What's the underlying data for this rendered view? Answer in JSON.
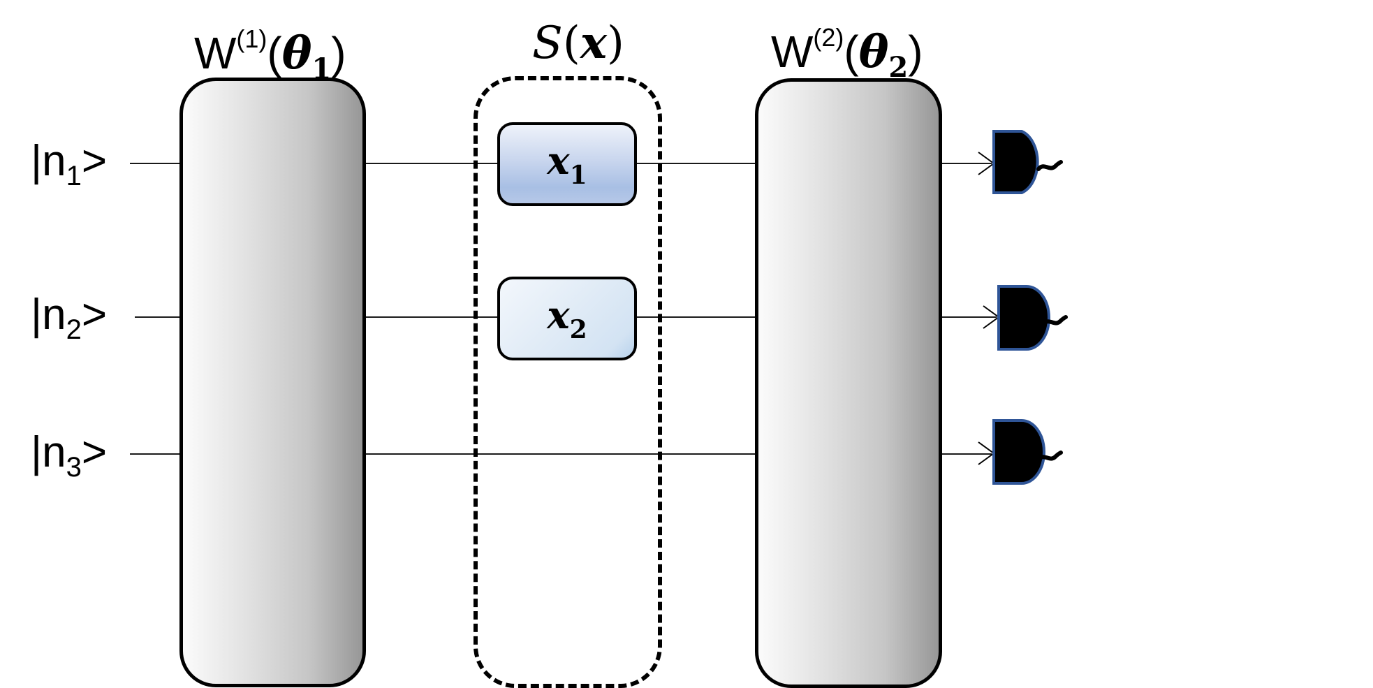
{
  "diagram": {
    "type": "quantum-optical-circuit",
    "inputs": [
      {
        "label": "|n",
        "sub": "1",
        "suffix": ">"
      },
      {
        "label": "|n",
        "sub": "2",
        "suffix": ">"
      },
      {
        "label": "|n",
        "sub": "3",
        "suffix": ">"
      }
    ],
    "stages": [
      {
        "id": "W1",
        "title_main": "W",
        "title_sup": "(1)",
        "title_param": "θ",
        "title_param_sub": "1",
        "style": "gray-gradient-rounded"
      },
      {
        "id": "S",
        "title_main": "S",
        "title_arg": "x",
        "style": "dashed-rounded",
        "gates": [
          {
            "label": "x",
            "sub": "1",
            "wire": 1,
            "color": "#a8bfe4"
          },
          {
            "label": "x",
            "sub": "2",
            "wire": 2,
            "color": "#d3e3f3"
          }
        ]
      },
      {
        "id": "W2",
        "title_main": "W",
        "title_sup": "(2)",
        "title_param": "θ",
        "title_param_sub": "2",
        "style": "gray-gradient-rounded"
      }
    ],
    "detectors": [
      {
        "wire": 1,
        "icon": "photodetector",
        "tilde": "~"
      },
      {
        "wire": 2,
        "icon": "photodetector",
        "tilde": "~"
      },
      {
        "wire": 3,
        "icon": "photodetector",
        "tilde": "~"
      }
    ],
    "colors": {
      "detector_fill": "#000000",
      "detector_stroke": "#2f5597",
      "gate_x1": "#a8bfe4",
      "gate_x2": "#d3e3f3",
      "unitary_light": "#fbfbfb",
      "unitary_dark": "#979797"
    }
  }
}
